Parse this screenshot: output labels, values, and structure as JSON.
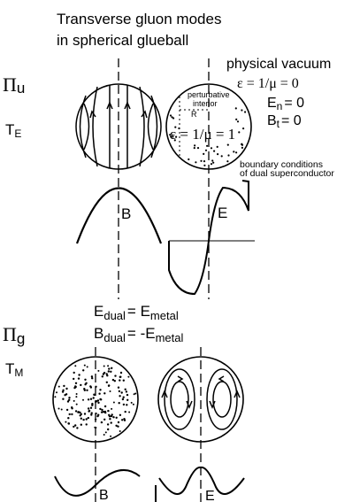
{
  "title": {
    "line1": "Transverse gluon modes",
    "line2": "in spherical glueball"
  },
  "top_modes": {
    "pi": "Π",
    "pi_sub": "u",
    "t": "T",
    "t_sub": "E"
  },
  "bottom_modes": {
    "pi": "Π",
    "pi_sub": "g",
    "t": "T",
    "t_sub": "M"
  },
  "vacuum": {
    "heading": "physical vacuum",
    "epsilon_eq": "ε = 1/μ = 0",
    "en": "E",
    "en_sub": "n",
    "en_val": "= 0",
    "bt": "B",
    "bt_sub": "t",
    "bt_val": "= 0",
    "bc_line1": "boundary conditions",
    "bc_line2": "of dual superconductor"
  },
  "sphere": {
    "interior_line1": "perturbative",
    "interior_line2": "interior",
    "radius": "R",
    "interior_eq": "ε = 1/μ = 1"
  },
  "plot_labels": {
    "b_top": "B",
    "e_top": "E",
    "b_bottom": "B",
    "e_bottom": "E"
  },
  "duality": {
    "e_dual": "E",
    "e_dual_sub": "dual",
    "e_dual_eq": "= E",
    "e_dual_rhs_sub": "metal",
    "b_dual": "B",
    "b_dual_sub": "dual",
    "b_dual_eq": "= -E",
    "b_dual_rhs_sub": "metal"
  }
}
